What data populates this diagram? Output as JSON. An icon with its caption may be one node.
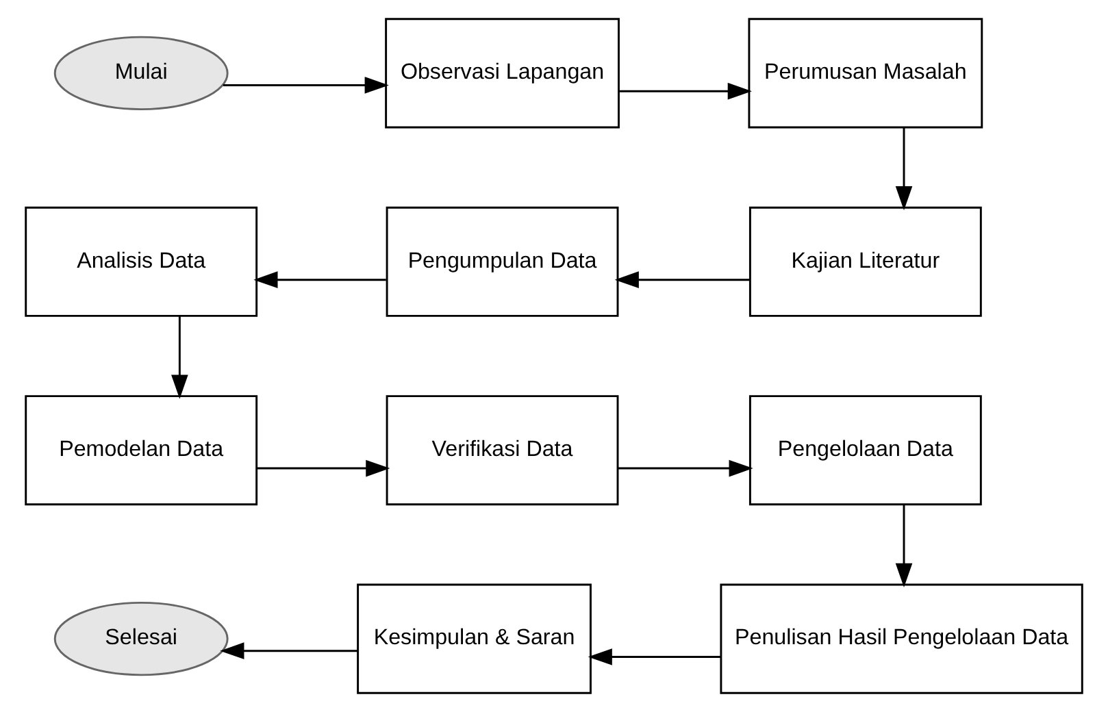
{
  "diagram": {
    "nodes": [
      {
        "text": [
          "Mulai"
        ]
      },
      {
        "text": [
          "Observasi Lapangan"
        ]
      },
      {
        "text": [
          "Perumusan Masalah"
        ]
      },
      {
        "text": [
          "Analisis Data"
        ]
      },
      {
        "text": [
          "Pengumpulan Data"
        ]
      },
      {
        "text": [
          "Kajian Literatur"
        ]
      },
      {
        "text": [
          "Pemodelan Data"
        ]
      },
      {
        "text": [
          "Verifikasi Data"
        ]
      },
      {
        "text": [
          "Pengelolaan Data"
        ]
      },
      {
        "text": [
          "Selesai"
        ]
      },
      {
        "text": [
          "Kesimpulan & Saran"
        ]
      },
      {
        "text": [
          "Penulisan Hasil Pengelolaan Data"
        ]
      }
    ],
    "edges": [
      {
        "from": 0,
        "to": 1,
        "arrow": "to"
      },
      {
        "from": 1,
        "to": 2,
        "arrow": "to"
      },
      {
        "from": 2,
        "to": 5,
        "arrow": "to"
      },
      {
        "from": 5,
        "to": 4,
        "arrow": "to"
      },
      {
        "from": 4,
        "to": 3,
        "arrow": "to"
      },
      {
        "from": 3,
        "to": 6,
        "arrow": "to"
      },
      {
        "from": 6,
        "to": 7,
        "arrow": "to"
      },
      {
        "from": 7,
        "to": 8,
        "arrow": "to"
      },
      {
        "from": 8,
        "to": 11,
        "arrow": "to"
      },
      {
        "from": 11,
        "to": 10,
        "arrow": "to"
      },
      {
        "from": 10,
        "to": 9,
        "arrow": "to"
      }
    ]
  }
}
